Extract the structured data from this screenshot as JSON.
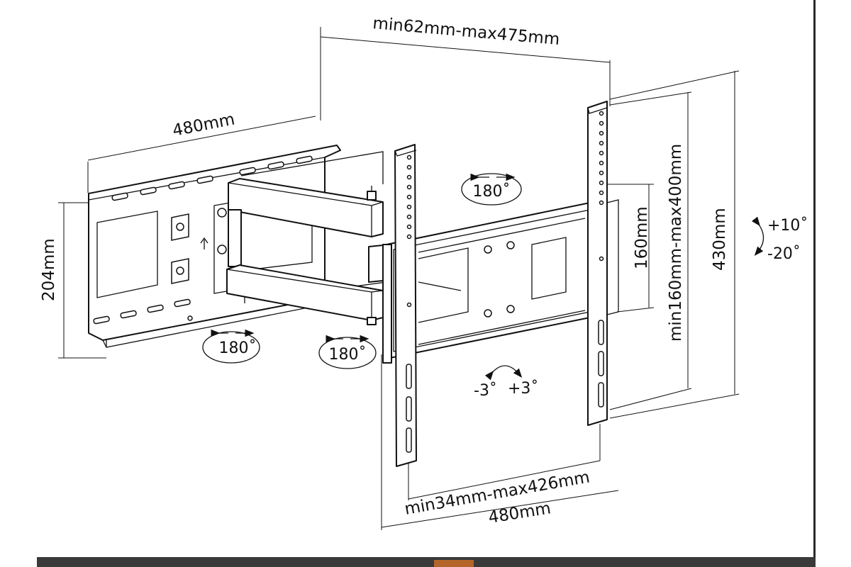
{
  "dimensions": {
    "arm_extension": "min62mm-max475mm",
    "wall_plate_width": "480mm",
    "wall_plate_height": "204mm",
    "vesa_vertical_min": "160mm",
    "vesa_vertical_range": "min160mm-max400mm",
    "tv_bracket_height": "430mm",
    "vesa_horizontal_range": "min34mm-max426mm",
    "tv_bracket_width": "480mm"
  },
  "angles": {
    "swivel_top": "180˚",
    "swivel_wall": "180˚",
    "swivel_arm": "180˚",
    "tilt_up": "+10˚",
    "tilt_down": "-20˚",
    "rotate_minus": "-3˚",
    "rotate_plus": "+3˚"
  },
  "colors": {
    "line": "#111111",
    "background": "#ffffff",
    "frame_bar": "#3a3a3a",
    "frame_accent": "#b5652a"
  }
}
